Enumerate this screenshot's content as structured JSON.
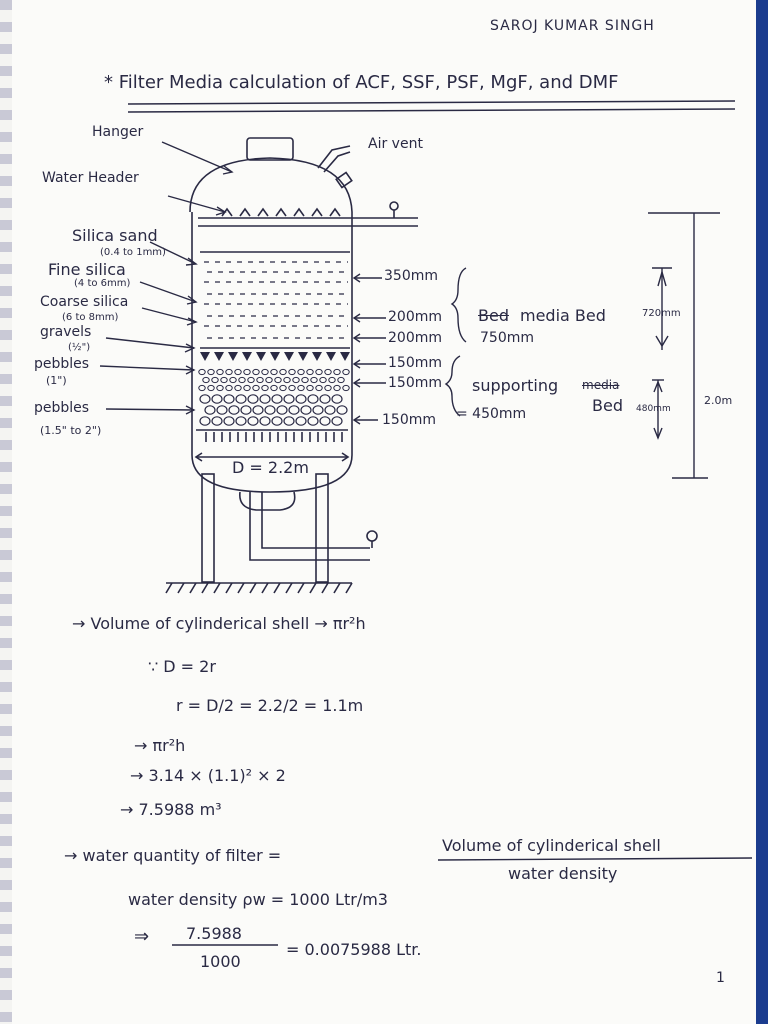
{
  "author": "SAROJ KUMAR SINGH",
  "title": "* Filter Media calculation of ACF, SSF, PSF, MgF, and DMF",
  "labels": {
    "hanger": "Hanger",
    "air_vent": "Air vent",
    "water_header": "Water Header",
    "silica_sand": "Silica sand",
    "silica_sand_size": "(0.4 to 1mm)",
    "fine_silica": "Fine silica",
    "fine_silica_size": "(4 to 6mm)",
    "coarse_silica": "Coarse silica",
    "coarse_silica_size": "(6 to 8mm)",
    "gravels": "gravels",
    "gravels_size": "(½\")",
    "pebbles1": "pebbles",
    "pebbles1_size": "(1\")",
    "pebbles2": "pebbles",
    "pebbles2_size": "(1.5\" to 2\")",
    "diameter": "D = 2.2m"
  },
  "layers": {
    "l1": "350mm",
    "l2": "200mm",
    "l3": "200mm",
    "l4": "150mm",
    "l5": "150mm",
    "l6": "150mm"
  },
  "brackets": {
    "media_bed_struck": "Bed",
    "media_bed": "media Bed",
    "media_total": "750mm",
    "media_dim": "720mm",
    "supporting": "supporting",
    "supporting_struck": "media",
    "supporting_bed": "Bed",
    "supporting_total": "= 450mm",
    "supporting_dim": "480mm",
    "overall": "2.0m"
  },
  "calc": {
    "line1": "→ Volume of cylinderical shell → πr²h",
    "line2": "∵  D = 2r",
    "line3": "r = D/2 = 2.2/2 = 1.1m",
    "line4": "→ πr²h",
    "line5": "→ 3.14 × (1.1)² × 2",
    "line6": "→ 7.5988 m³",
    "line7a": "→ water quantity of filter =",
    "line7_num": "Volume of cylinderical shell",
    "line7_den": "water density",
    "line8": "water density ρw = 1000 Ltr/m3",
    "line9_arrow": "⇒",
    "line9_num": "7.5988",
    "line9_den": "1000",
    "line9_res": "= 0.0075988 Ltr."
  },
  "page_number": "1"
}
